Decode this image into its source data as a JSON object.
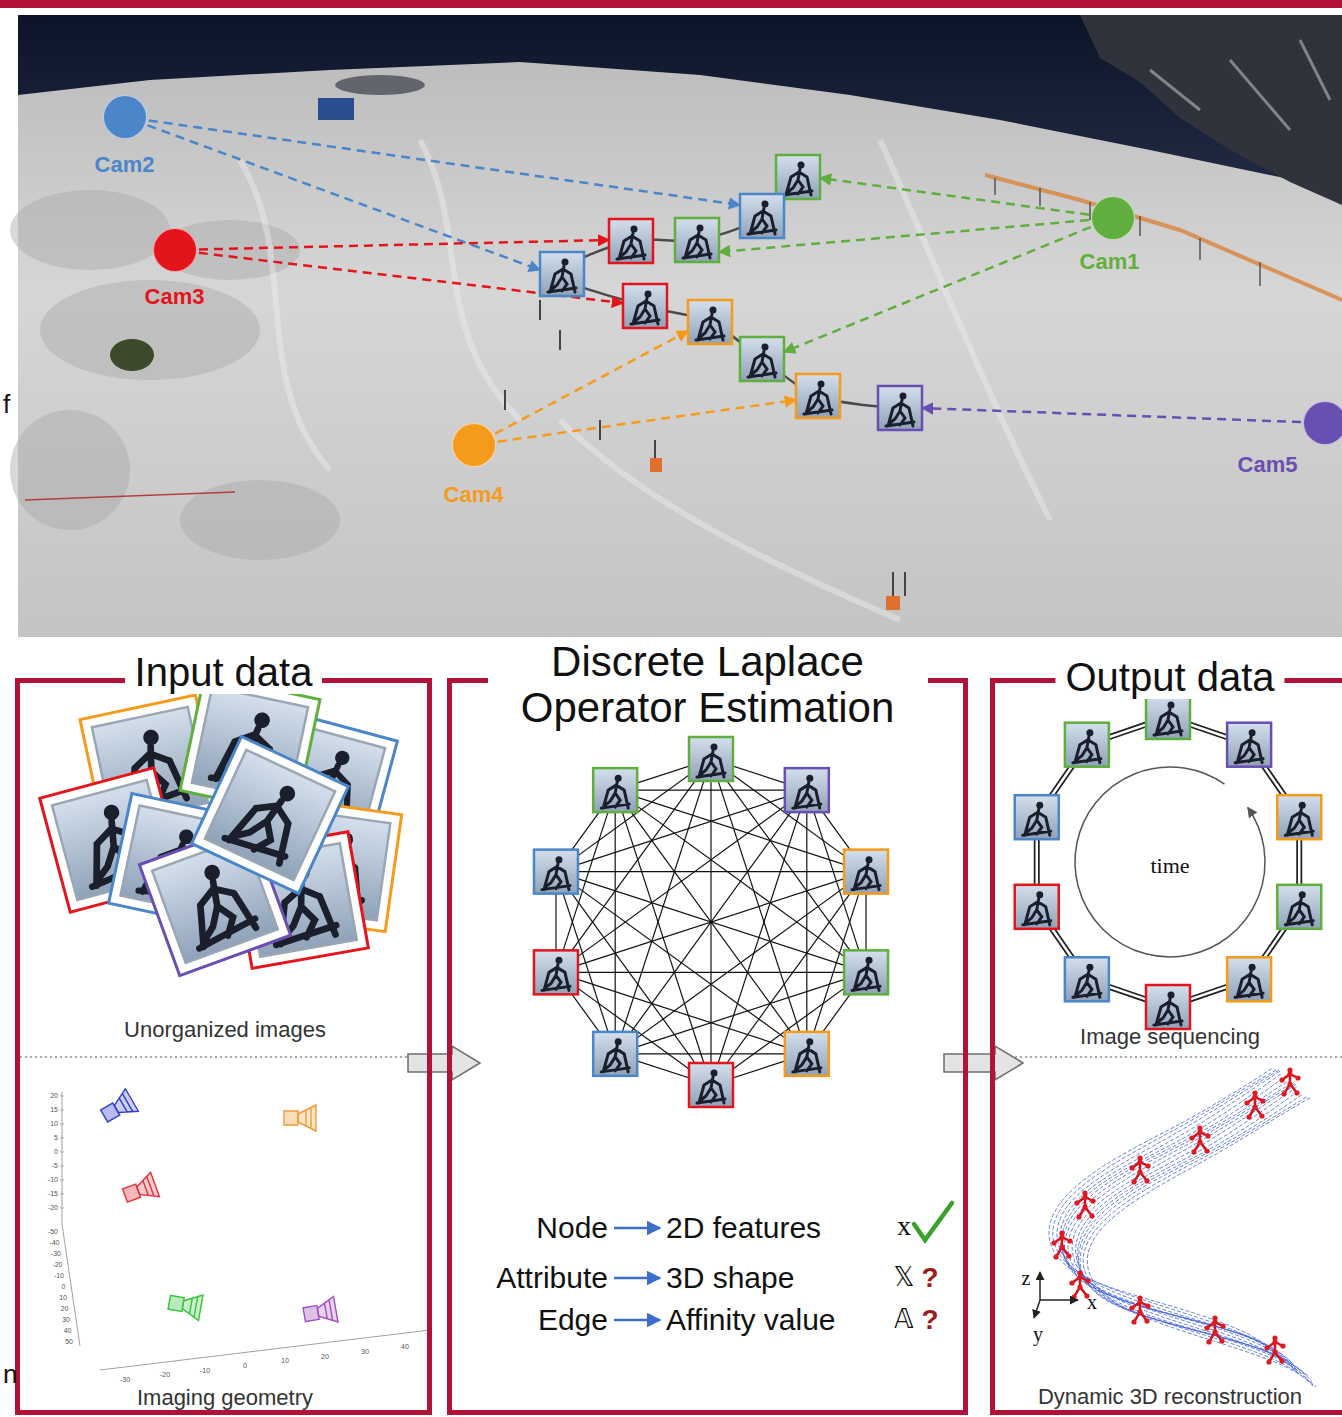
{
  "diagram": {
    "nodes": [
      {
        "text": [
          "Cam2"
        ]
      },
      {
        "text": [
          "Cam3"
        ]
      },
      {
        "text": [
          "Cam1"
        ]
      },
      {
        "text": [
          "Cam4"
        ]
      },
      {
        "text": [
          "Cam5"
        ]
      },
      {
        "text": [
          "Input data"
        ]
      },
      {
        "text": [
          "Discrete Laplace Operator Estimation"
        ]
      },
      {
        "text": [
          "Output data"
        ]
      }
    ],
    "edges": [
      {
        "from": 5,
        "to": 6,
        "arrow": "to"
      },
      {
        "from": 6,
        "to": 7,
        "arrow": "to"
      }
    ],
    "labels": [
      "f",
      "n",
      "Unorganized images",
      "Imaging geometry",
      "Node",
      "2D features",
      "x",
      "Attribute",
      "3D shape",
      "𝕏",
      "?",
      "Edge",
      "Affinity value",
      "𝔸",
      "?",
      "time",
      "Image sequencing",
      "Dynamic 3D reconstruction",
      "z",
      "x",
      "y",
      "20",
      "15",
      "10",
      "5",
      "0",
      "-5",
      "-10",
      "-15",
      "-20",
      "-50",
      "-40",
      "-30",
      "-20",
      "-10",
      "0",
      "10",
      "20",
      "30",
      "40",
      "50",
      "-30",
      "-20",
      "-10",
      "0",
      "10",
      "20",
      "30",
      "40"
    ]
  }
}
